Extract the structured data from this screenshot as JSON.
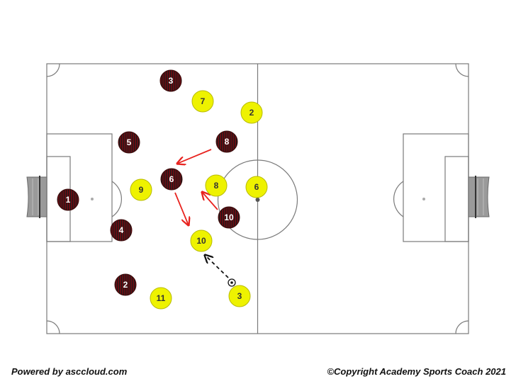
{
  "colors": {
    "team_dark_fill": "#6b0c12",
    "team_dark_stripe": "#1a1a1a",
    "team_dark_text": "#ffffff",
    "team_light_fill": "#eef200",
    "team_light_text": "#333333",
    "run_arrow": "#e8231f",
    "pass_arrow": "#111111",
    "pitch_line": "#7a7a7a",
    "goal_net": "#9a9a9a"
  },
  "players": {
    "dark": [
      "3",
      "5",
      "8",
      "6",
      "1",
      "4",
      "10",
      "2"
    ],
    "light": [
      "7",
      "2",
      "9",
      "8",
      "6",
      "10",
      "3",
      "11"
    ]
  },
  "ball_icon": "soccer-ball-icon",
  "footer": {
    "left": "Powered by asccloud.com",
    "right": "©Copyright Academy Sports Coach 2021"
  }
}
